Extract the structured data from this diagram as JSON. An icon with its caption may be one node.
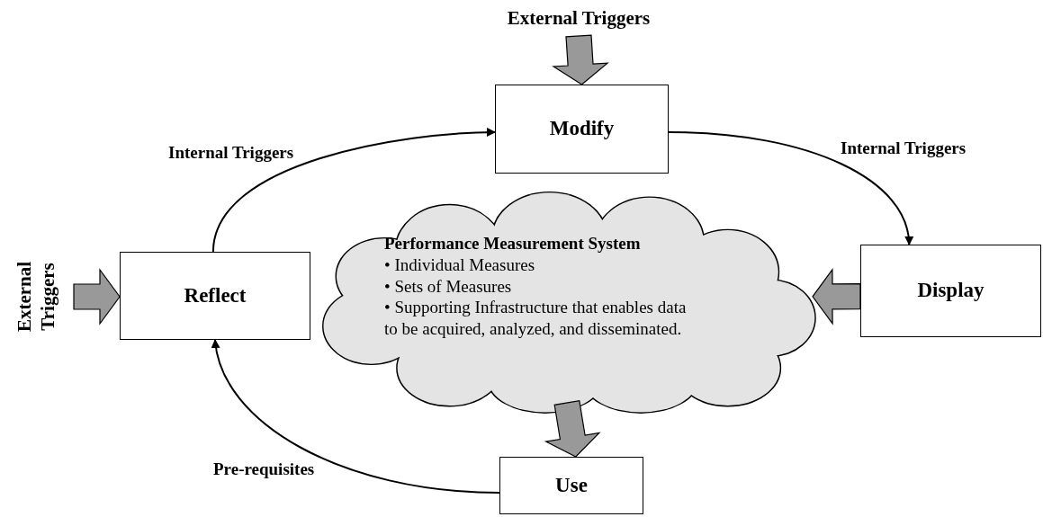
{
  "diagram": {
    "nodes": [
      {
        "text": [
          "External Triggers"
        ]
      },
      {
        "text": [
          "Modify"
        ]
      },
      {
        "text": [
          "Reflect"
        ]
      },
      {
        "text": [
          "Display"
        ]
      },
      {
        "text": [
          "Use"
        ]
      },
      {
        "text": [
          "Performance Measurement System",
          "• Individual Measures",
          "• Sets of Measures",
          "• Supporting Infrastructure that enables data to be acquired, analyzed, and disseminated."
        ]
      },
      {
        "text": [
          "External Triggers"
        ]
      }
    ],
    "edges": [
      {
        "from": 0,
        "to": 1,
        "arrow": "to",
        "style": "thick",
        "color": "#999999"
      },
      {
        "from": 2,
        "to": 1,
        "arrow": "to",
        "label": "Internal Triggers"
      },
      {
        "from": 1,
        "to": 3,
        "arrow": "to",
        "label": "Internal Triggers"
      },
      {
        "from": 3,
        "to": 5,
        "arrow": "to",
        "style": "thick",
        "color": "#999999"
      },
      {
        "from": 5,
        "to": 4,
        "arrow": "to",
        "style": "thick",
        "color": "#999999"
      },
      {
        "from": 4,
        "to": 2,
        "arrow": "to",
        "label": "Pre-requisites"
      },
      {
        "from": 6,
        "to": 2,
        "arrow": "to",
        "style": "thick",
        "color": "#999999"
      }
    ]
  }
}
